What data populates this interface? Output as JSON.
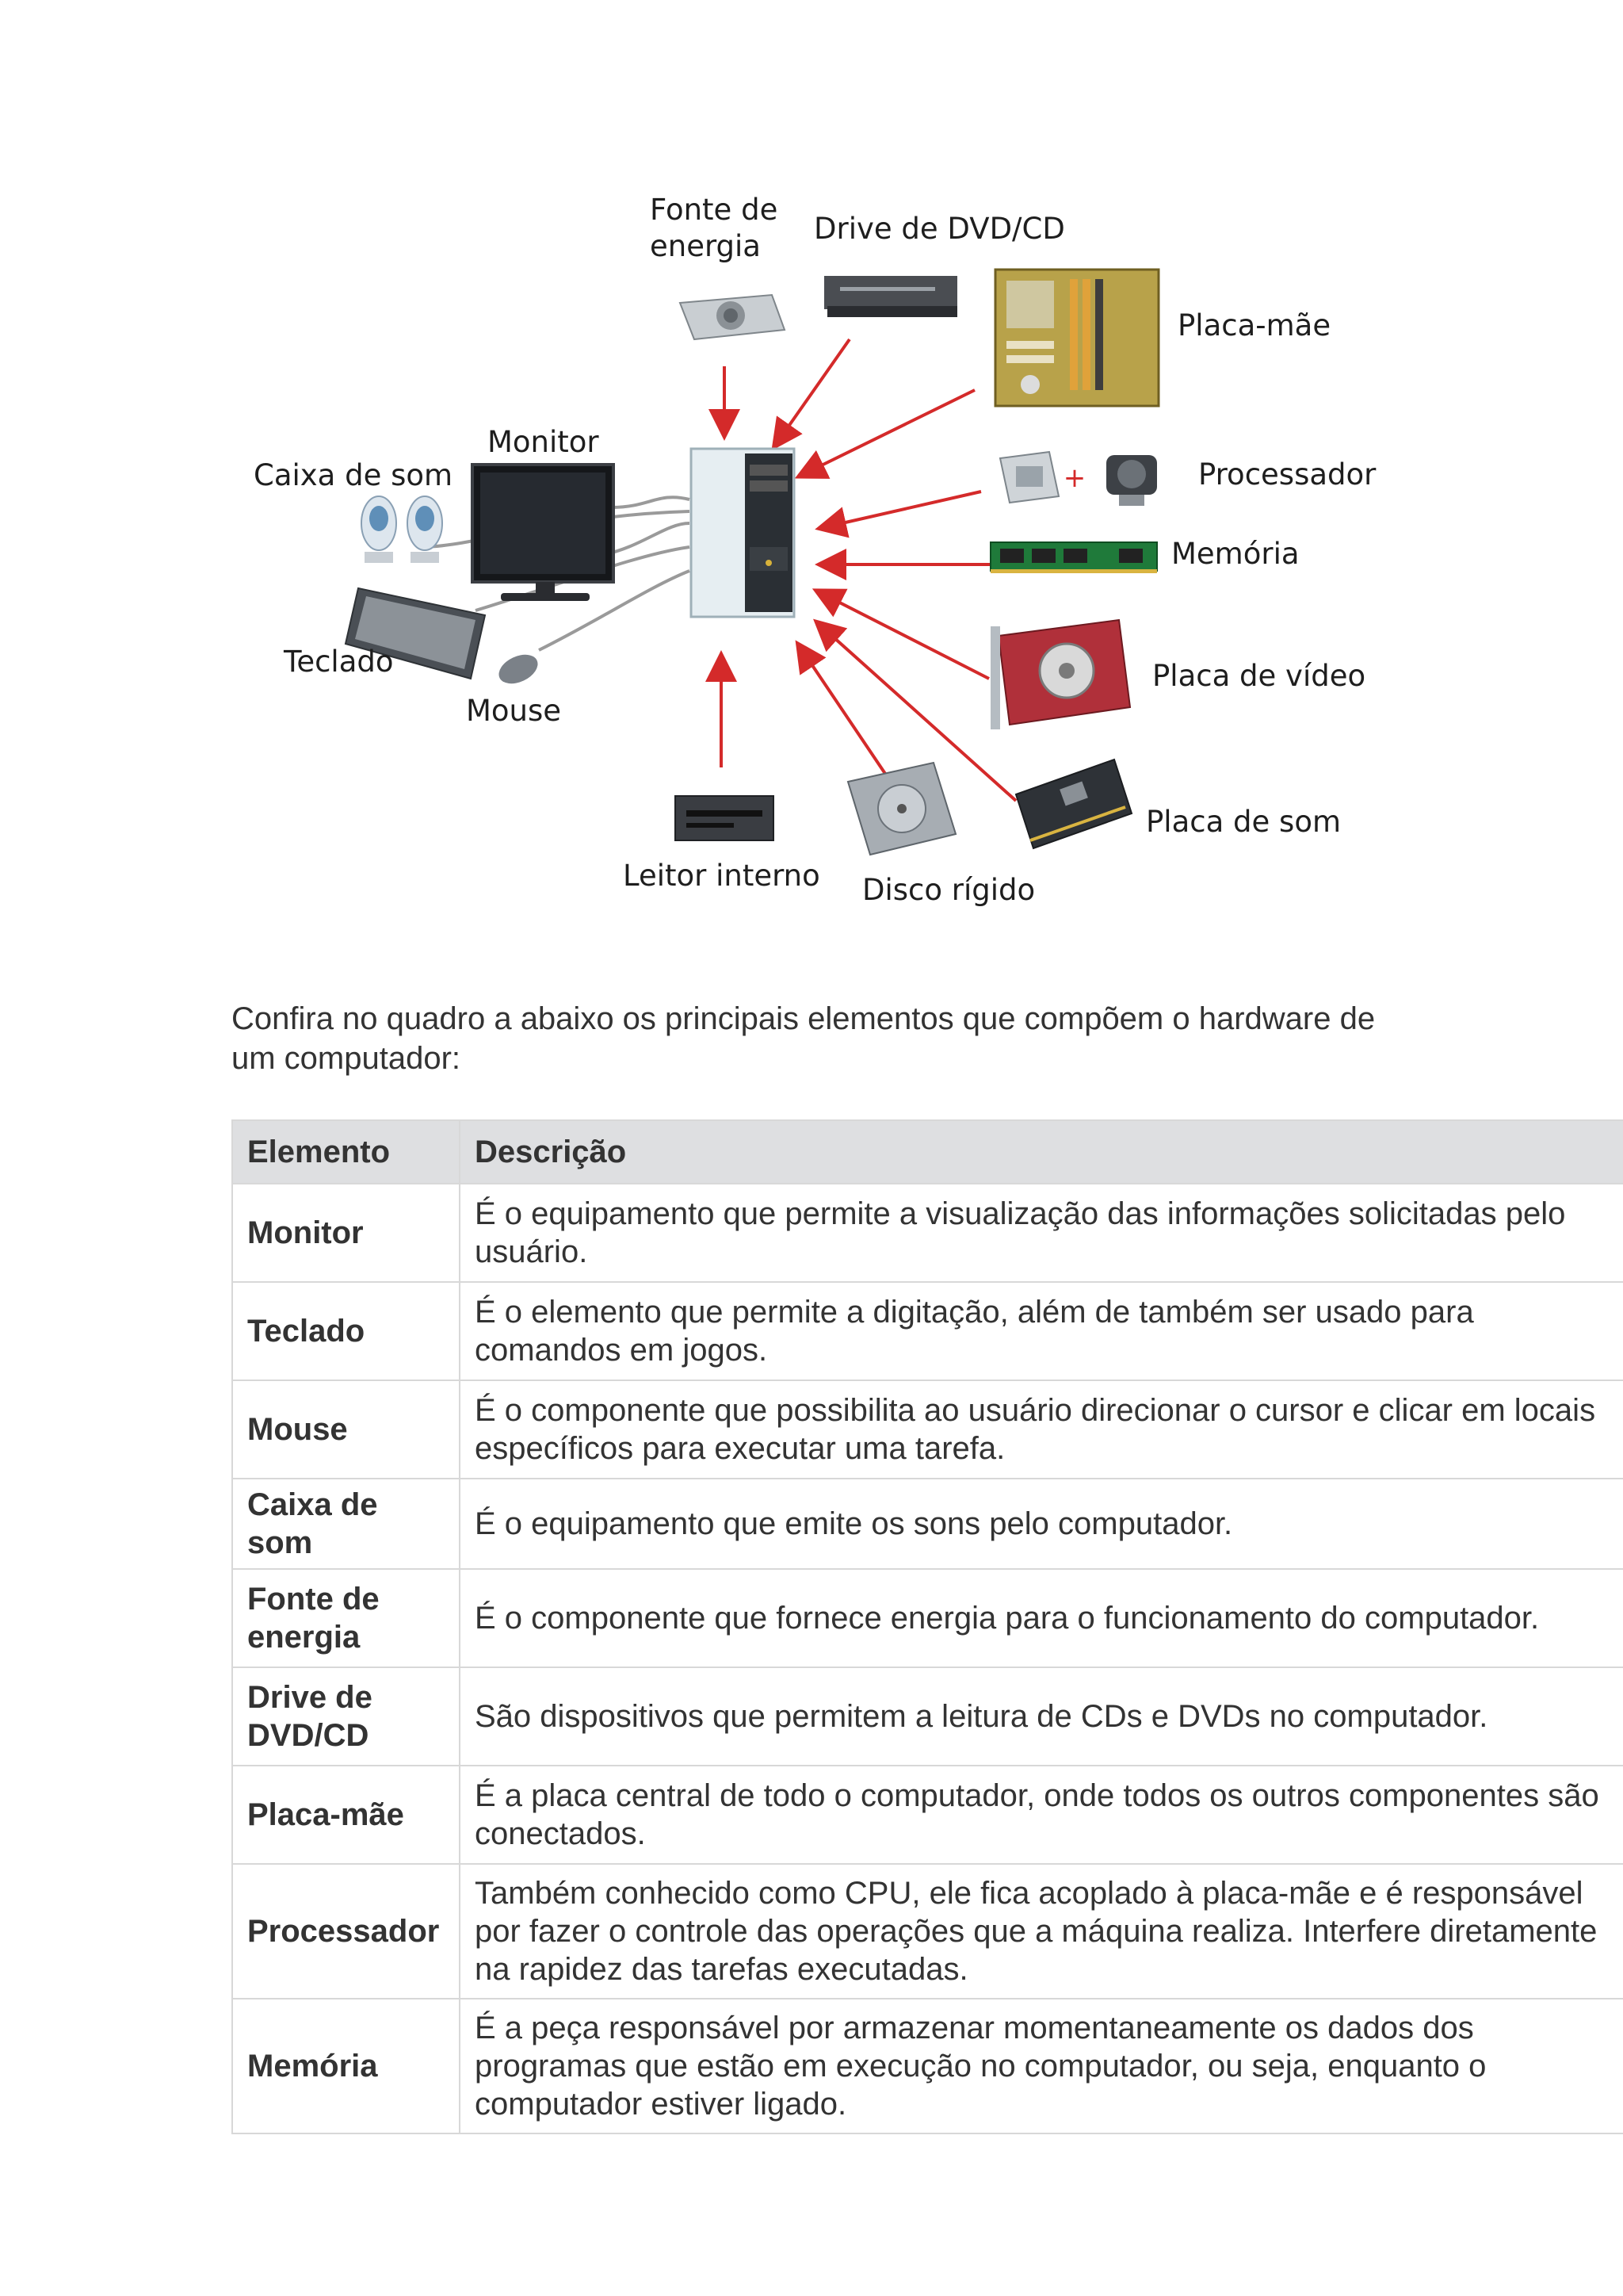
{
  "diagram": {
    "labels": {
      "fonte": "Fonte de energia",
      "drive": "Drive de DVD/CD",
      "placa_mae": "Placa-mãe",
      "monitor": "Monitor",
      "caixa_som": "Caixa de som",
      "processador": "Processador",
      "memoria": "Memória",
      "teclado": "Teclado",
      "mouse": "Mouse",
      "placa_video": "Placa de vídeo",
      "placa_som": "Placa de som",
      "leitor": "Leitor interno",
      "disco": "Disco rígido"
    },
    "colors": {
      "arrow": "#d42a2a",
      "cable": "#9a9a9a"
    },
    "icons": [
      "power-supply-icon",
      "dvd-drive-icon",
      "motherboard-icon",
      "monitor-icon",
      "speakers-icon",
      "processor-icon",
      "cooler-icon",
      "memory-icon",
      "keyboard-icon",
      "mouse-icon",
      "video-card-icon",
      "sound-card-icon",
      "card-reader-icon",
      "hard-disk-icon",
      "pc-tower-icon"
    ]
  },
  "intro": "Confira no quadro a abaixo os principais elementos que compõem o hardware de um computador:",
  "table": {
    "headers": [
      "Elemento",
      "Descrição"
    ],
    "rows": [
      {
        "element": "Monitor",
        "description": "É o equipamento que permite a visualização das informações solicitadas pelo usuário."
      },
      {
        "element": "Teclado",
        "description": "É o elemento que permite a digitação, além de também ser usado para comandos em jogos."
      },
      {
        "element": "Mouse",
        "description": "É o componente que possibilita ao usuário direcionar o cursor e clicar em locais específicos para executar uma tarefa."
      },
      {
        "element": "Caixa de som",
        "description": "É o equipamento que emite os sons pelo computador."
      },
      {
        "element": "Fonte de energia",
        "description": "É o componente que fornece energia para o funcionamento do computador."
      },
      {
        "element": "Drive de DVD/CD",
        "description": "São dispositivos que permitem a leitura de CDs e DVDs no computador."
      },
      {
        "element": "Placa-mãe",
        "description": "É a placa central de todo o computador, onde todos os outros componentes são conectados."
      },
      {
        "element": "Processador",
        "description": "Também conhecido como CPU, ele fica acoplado à placa-mãe e é responsável por fazer o controle das operações que a máquina realiza. Interfere diretamente na rapidez das tarefas executadas."
      },
      {
        "element": "Memória",
        "description": "É a peça responsável por armazenar momentaneamente os dados dos programas que estão em execução no computador, ou seja, enquanto o computador estiver ligado."
      }
    ]
  }
}
